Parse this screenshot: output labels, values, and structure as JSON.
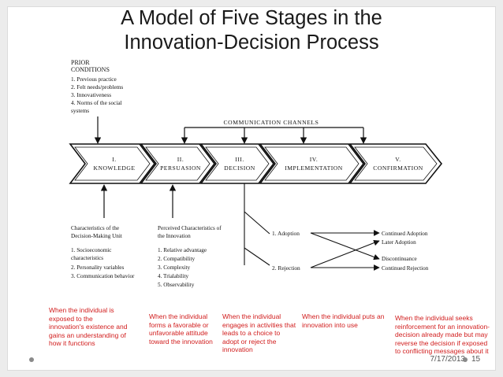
{
  "slide": {
    "title_line1": "A Model of Five Stages in the",
    "title_line2": "Innovation-Decision Process"
  },
  "diagram": {
    "prior_conditions": {
      "heading1": "PRIOR",
      "heading2": "CONDITIONS",
      "items": [
        "1. Previous practice",
        "2. Felt needs/problems",
        "3. Innovativeness",
        "4. Norms of the social",
        "systems"
      ]
    },
    "channels_label": "COMMUNICATION CHANNELS",
    "stages": [
      {
        "numeral": "I.",
        "name": "KNOWLEDGE"
      },
      {
        "numeral": "II.",
        "name": "PERSUASION"
      },
      {
        "numeral": "III.",
        "name": "DECISION"
      },
      {
        "numeral": "IV.",
        "name": "IMPLEMENTATION"
      },
      {
        "numeral": "V.",
        "name": "CONFIRMATION"
      }
    ],
    "decision_unit": {
      "heading1": "Characteristics of the",
      "heading2": "Decision-Making Unit",
      "items": [
        "1. Socioeconomic",
        "characteristics",
        "2. Personality variables",
        "3. Communication behavior"
      ]
    },
    "innovation_chars": {
      "heading1": "Perceived Characteristics of",
      "heading2": "the Innovation",
      "items": [
        "1. Relative advantage",
        "2. Compatibility",
        "3. Complexity",
        "4. Trialability",
        "5. Observability"
      ]
    },
    "outcomes": {
      "adoption": "1. Adoption",
      "rejection": "2. Rejection",
      "continued_adoption": "Continued Adoption",
      "later_adoption": "Later Adoption",
      "discontinuance": "Discontinuance",
      "continued_rejection": "Continued Rejection"
    }
  },
  "notes": [
    "When the individual is exposed to the innovation's existence and gains an understanding of how it functions",
    "When the individual forms a favorable or unfavorable attitude toward the innovation",
    "When the individual engages in activities that leads to a choice to adopt or reject the innovation",
    "When the individual puts an innovation into use",
    "When the individual seeks reinforcement for an innovation-decision already made but may reverse the decision if exposed to conflicting messages about it"
  ],
  "footer": {
    "date": "7/17/2013",
    "page": "15"
  },
  "colors": {
    "note_text": "#d11d1d",
    "background": "#ececec"
  }
}
